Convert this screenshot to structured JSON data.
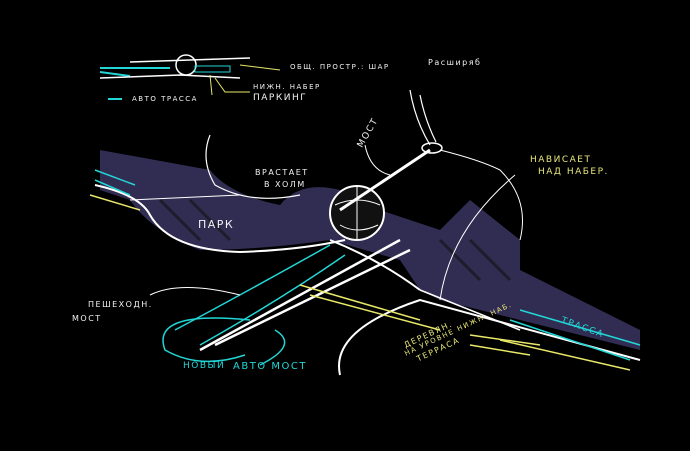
{
  "colors": {
    "background": "#000000",
    "land": "#3a3560",
    "lines": "#f2f2f2",
    "road": "#22d6d6",
    "terrace": "#e8e86a"
  },
  "legend": {
    "shared_space": "общ. простр.: шар",
    "lower_embankment": "нижн. набер",
    "parking": "паркинг",
    "highway": "авто трасса"
  },
  "labels": {
    "widening": "Расширяб",
    "bridge": "мост",
    "overhang_1": "нависает",
    "overhang_2": "над набер.",
    "grows_1": "врастает",
    "grows_2": "в холм",
    "park": "парк",
    "pedestrian_1": "пешеходн.",
    "pedestrian_2": "мост",
    "new": "новый",
    "auto_bridge": "авто мост",
    "terrace_1": "деревян.",
    "terrace_2": "терраса",
    "terrace_3": "на уровне нижн. наб.",
    "highway_right": "трасса"
  }
}
